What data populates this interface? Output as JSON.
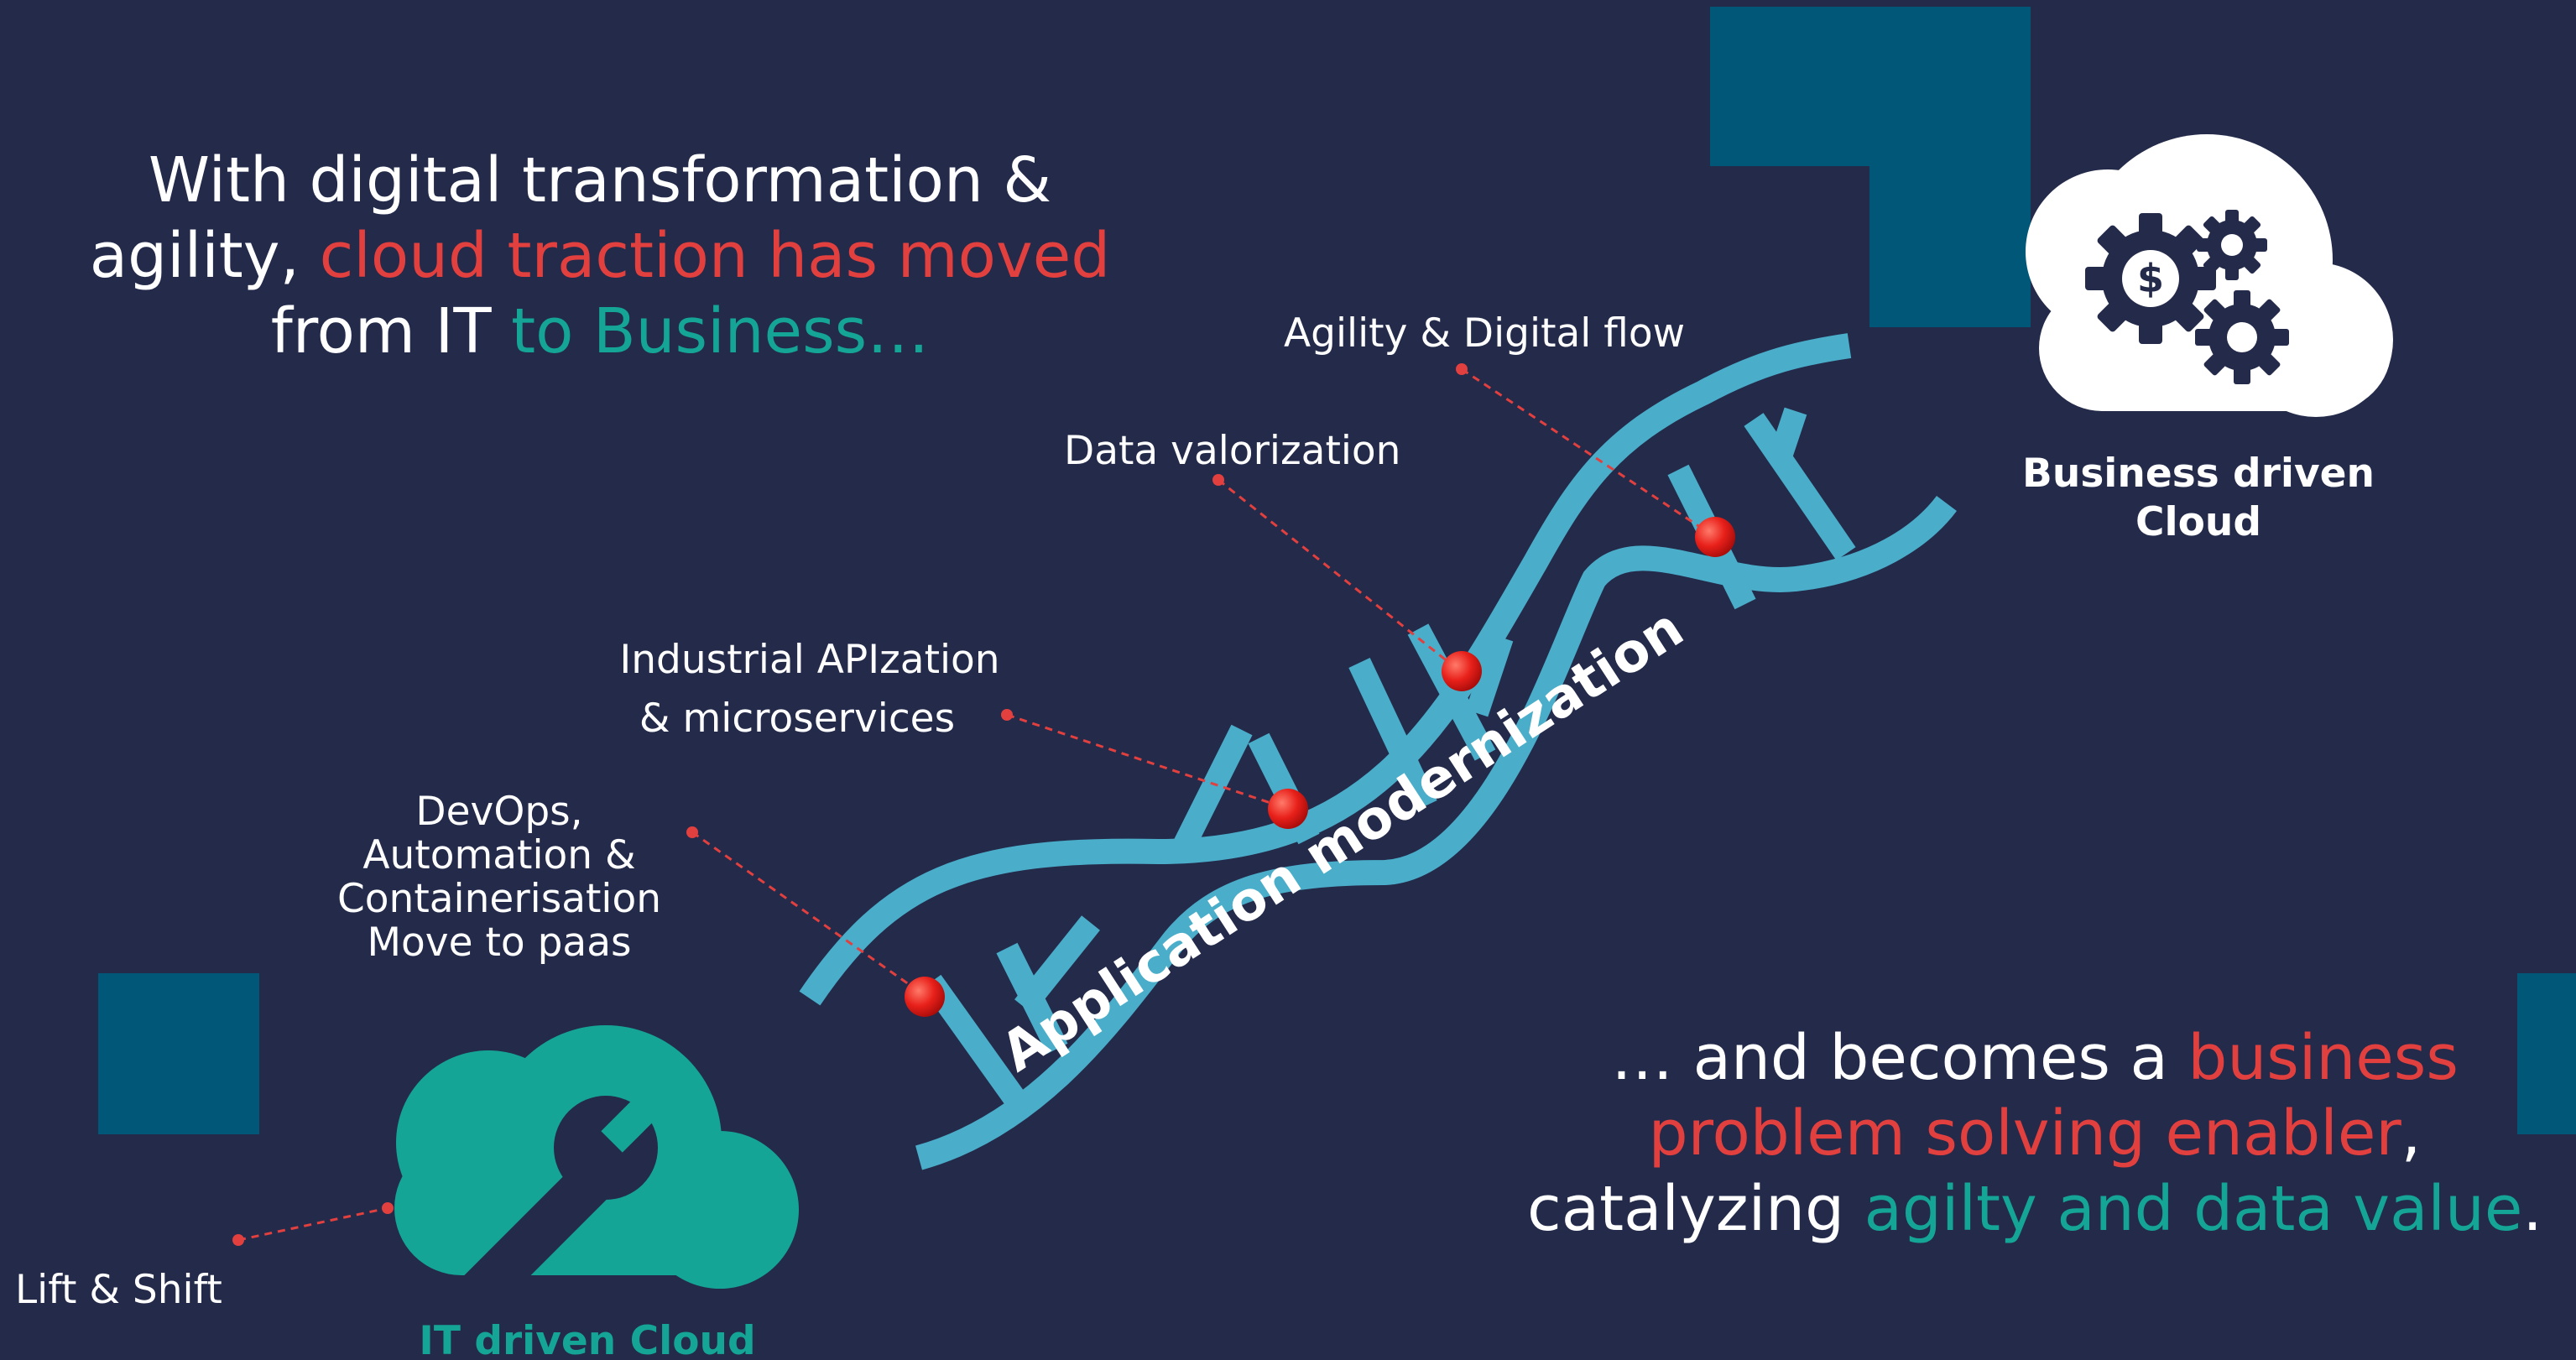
{
  "headline": {
    "line1": "With digital transformation &",
    "line2_plain": "agility, ",
    "line2_red": "cloud traction has moved",
    "line3_plain": "from IT ",
    "line3_teal": "to Business…"
  },
  "closing": {
    "line1_plain": "… and becomes a ",
    "line1_red": "business",
    "line2_red": "problem solving enabler",
    "line2_plain": ",",
    "line3_plain": "catalyzing ",
    "line3_teal": "agilty and data value",
    "line3_end": "."
  },
  "milestones": {
    "agility": "Agility & Digital flow",
    "data": "Data valorization",
    "api_line1": "Industrial APIzation",
    "api_line2": "& microservices",
    "devops_line1": "DevOps,",
    "devops_line2": "Automation &",
    "devops_line3": "Containerisation",
    "devops_line4": "Move to paas",
    "lift": "Lift & Shift"
  },
  "helix_label": "Application modernization",
  "business_cloud": {
    "line1": "Business driven",
    "line2": "Cloud",
    "icon": "gears-dollar-icon"
  },
  "it_cloud": {
    "label": "IT driven Cloud",
    "icon": "wrench-icon"
  },
  "colors": {
    "background": "#232a4a",
    "helix": "#4aadc9",
    "accent_red": "#e2403f",
    "accent_teal": "#14a596",
    "square": "#015778",
    "white": "#ffffff"
  }
}
